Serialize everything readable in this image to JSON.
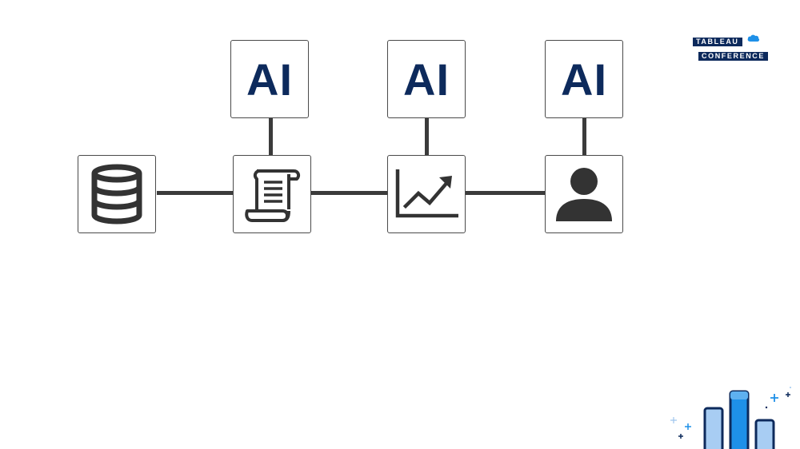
{
  "brand": {
    "line1": "TABLEAU",
    "line2": "CONFERENCE",
    "color": "#0d2a5c",
    "cloud_color": "#1e90e8"
  },
  "ai_boxes": [
    {
      "label": "AI"
    },
    {
      "label": "AI"
    },
    {
      "label": "AI"
    }
  ],
  "flow": [
    {
      "icon": "database-icon"
    },
    {
      "icon": "scroll-document-icon"
    },
    {
      "icon": "trend-chart-icon"
    },
    {
      "icon": "user-icon"
    }
  ],
  "colors": {
    "ai_text": "#0d2a5c",
    "connector": "#3b3b3b",
    "icon": "#333333",
    "deco_blue": "#1e90e8"
  }
}
